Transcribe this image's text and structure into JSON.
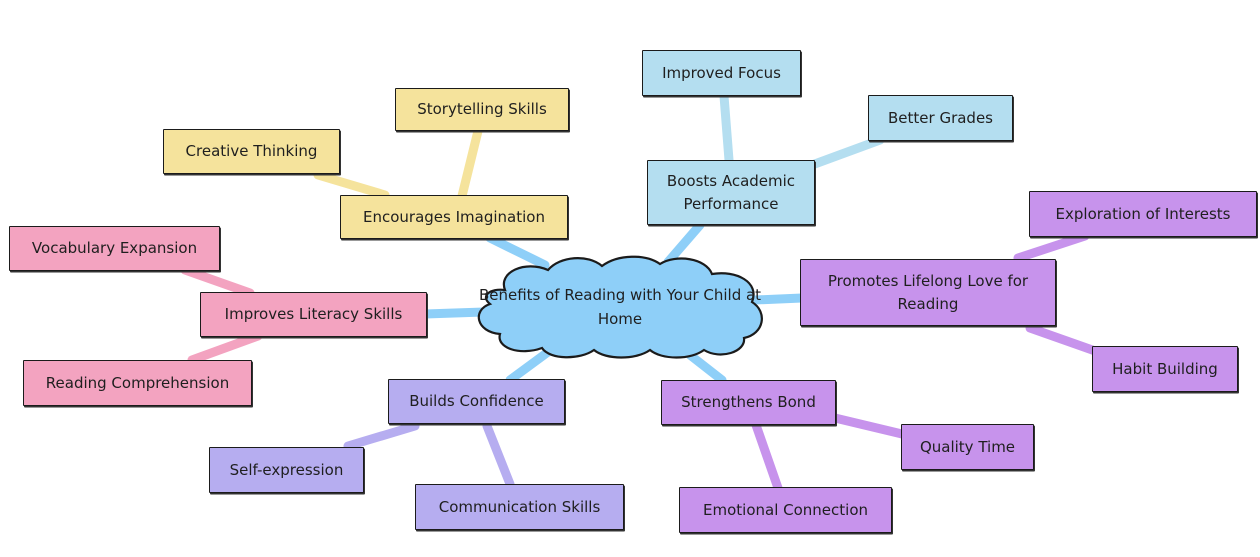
{
  "title": "Benefits of Reading with Your Child at Home",
  "root": {
    "label": "Benefits of Reading with Your Child at Home",
    "lines": [
      "Benefits of Reading with",
      "Your Child at Home"
    ],
    "color": "#8ecff8"
  },
  "branches": [
    {
      "label": "Encourages Imagination",
      "lines": [
        "Encourages Imagination"
      ],
      "color": "#f5e39c",
      "edge_color": "#f5e39c",
      "children": [
        {
          "label": "Creative Thinking"
        },
        {
          "label": "Storytelling Skills"
        }
      ]
    },
    {
      "label": "Boosts Academic Performance",
      "lines": [
        "Boosts Academic",
        "Performance"
      ],
      "color": "#b4def0",
      "edge_color": "#b4def0",
      "children": [
        {
          "label": "Improved Focus"
        },
        {
          "label": "Better Grades"
        }
      ]
    },
    {
      "label": "Promotes Lifelong Love for Reading",
      "lines": [
        "Promotes Lifelong Love for",
        "Reading"
      ],
      "color": "#c793ec",
      "edge_color": "#c793ec",
      "children": [
        {
          "label": "Exploration of Interests"
        },
        {
          "label": "Habit Building"
        }
      ]
    },
    {
      "label": "Strengthens Bond",
      "lines": [
        "Strengthens Bond"
      ],
      "color": "#c793ec",
      "edge_color": "#c793ec",
      "children": [
        {
          "label": "Quality Time"
        },
        {
          "label": "Emotional Connection"
        }
      ]
    },
    {
      "label": "Builds Confidence",
      "lines": [
        "Builds Confidence"
      ],
      "color": "#b6adf0",
      "edge_color": "#b6adf0",
      "children": [
        {
          "label": "Self-expression"
        },
        {
          "label": "Communication Skills"
        }
      ]
    },
    {
      "label": "Improves Literacy Skills",
      "lines": [
        "Improves Literacy Skills"
      ],
      "color": "#f3a3c0",
      "edge_color": "#f3a3c0",
      "children": [
        {
          "label": "Vocabulary Expansion"
        },
        {
          "label": "Reading Comprehension"
        }
      ]
    }
  ],
  "root_edge_color": "#8ecff8"
}
